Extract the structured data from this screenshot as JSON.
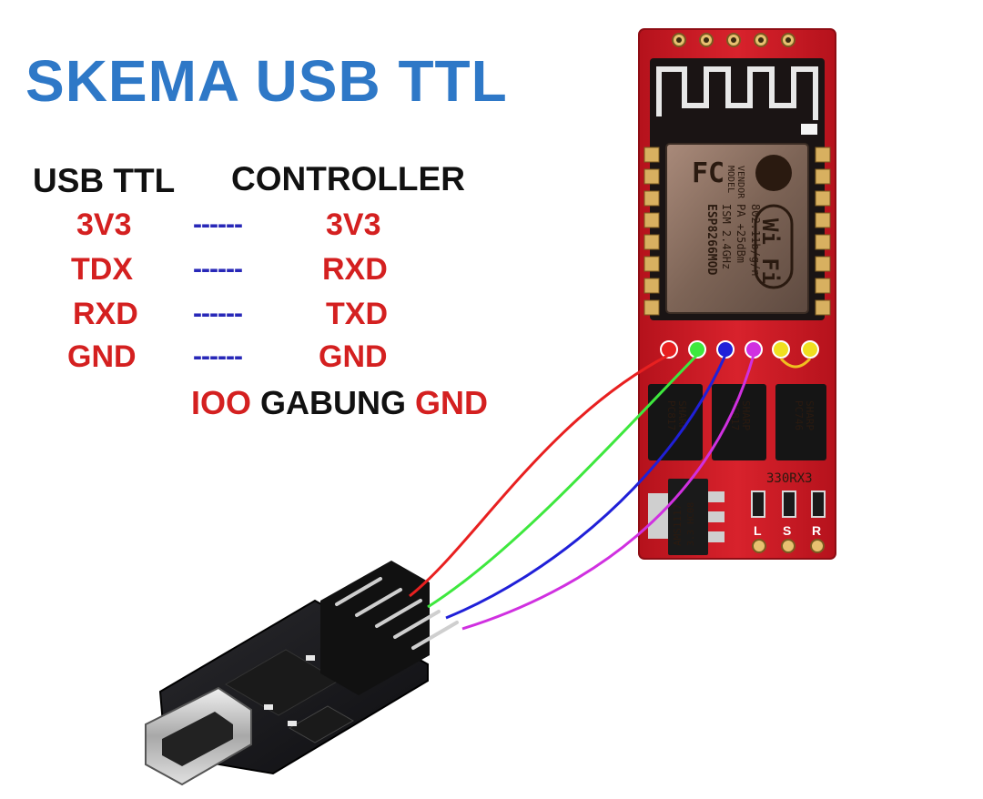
{
  "title": "SKEMA USB TTL",
  "headers": {
    "left": "USB TTL",
    "right": "CONTROLLER"
  },
  "rows": [
    {
      "left": "3V3",
      "dash": "------",
      "right": "3V3"
    },
    {
      "left": "TDX",
      "dash": "------",
      "right": "RXD"
    },
    {
      "left": "RXD",
      "dash": "------",
      "right": "TXD"
    },
    {
      "left": "GND",
      "dash": "------",
      "right": "GND"
    }
  ],
  "note": {
    "part1": "IOO",
    "part2": "GABUNG",
    "part3": "GND"
  },
  "module": {
    "chip_model_label": "MODEL",
    "chip_vendor_label": "VENDOR",
    "chip_name": "ESP8266MOD",
    "chip_ism": "ISM 2.4GHz",
    "chip_pa": "PA +25dBm",
    "chip_std": "802.11b/g/n",
    "wifi_logo": "Wi Fi",
    "fc_logo": "FC",
    "relay_label": "PC817",
    "relay_brand": "SHARP",
    "relay_label_3": "PC746",
    "regulator_label": "AMS1117",
    "regulator_sub": "3.3 HC08",
    "resistor_bank": "330RX3",
    "pin_labels": [
      "L",
      "S",
      "R"
    ]
  },
  "wire_colors": [
    "#e82020",
    "#3ee83e",
    "#2020d8",
    "#d030e0"
  ],
  "colors": {
    "title": "#2e78c7",
    "text_red": "#d42020",
    "text_black": "#111111",
    "dash_blue": "#2828b8",
    "pcb_red": "#d11a24"
  }
}
